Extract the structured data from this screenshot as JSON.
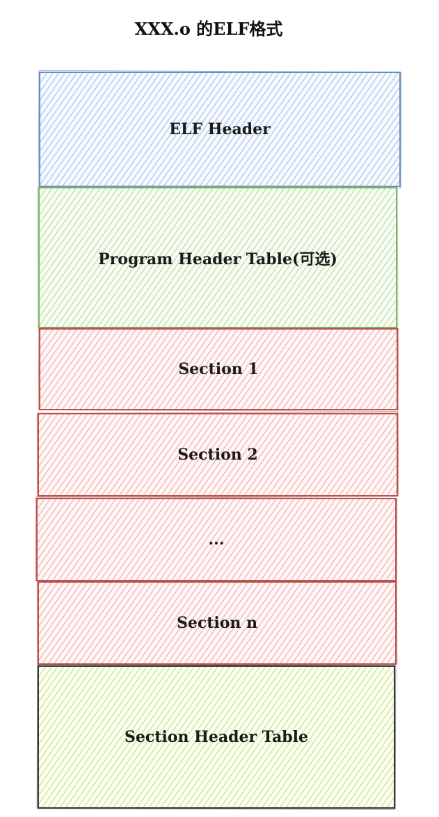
{
  "title": "XXX.o 的ELF格式",
  "blocks": [
    {
      "label": "ELF Header",
      "color": "#6c8ebf"
    },
    {
      "label": "Program Header Table(可选)",
      "color": "#82b366"
    },
    {
      "label": "Section 1",
      "color": "#b85450"
    },
    {
      "label": "Section 2",
      "color": "#b85450"
    },
    {
      "label": "...",
      "color": "#b85450"
    },
    {
      "label": "Section n",
      "color": "#b85450"
    },
    {
      "label": "Section Header Table",
      "color": "#3a3a3a"
    }
  ]
}
